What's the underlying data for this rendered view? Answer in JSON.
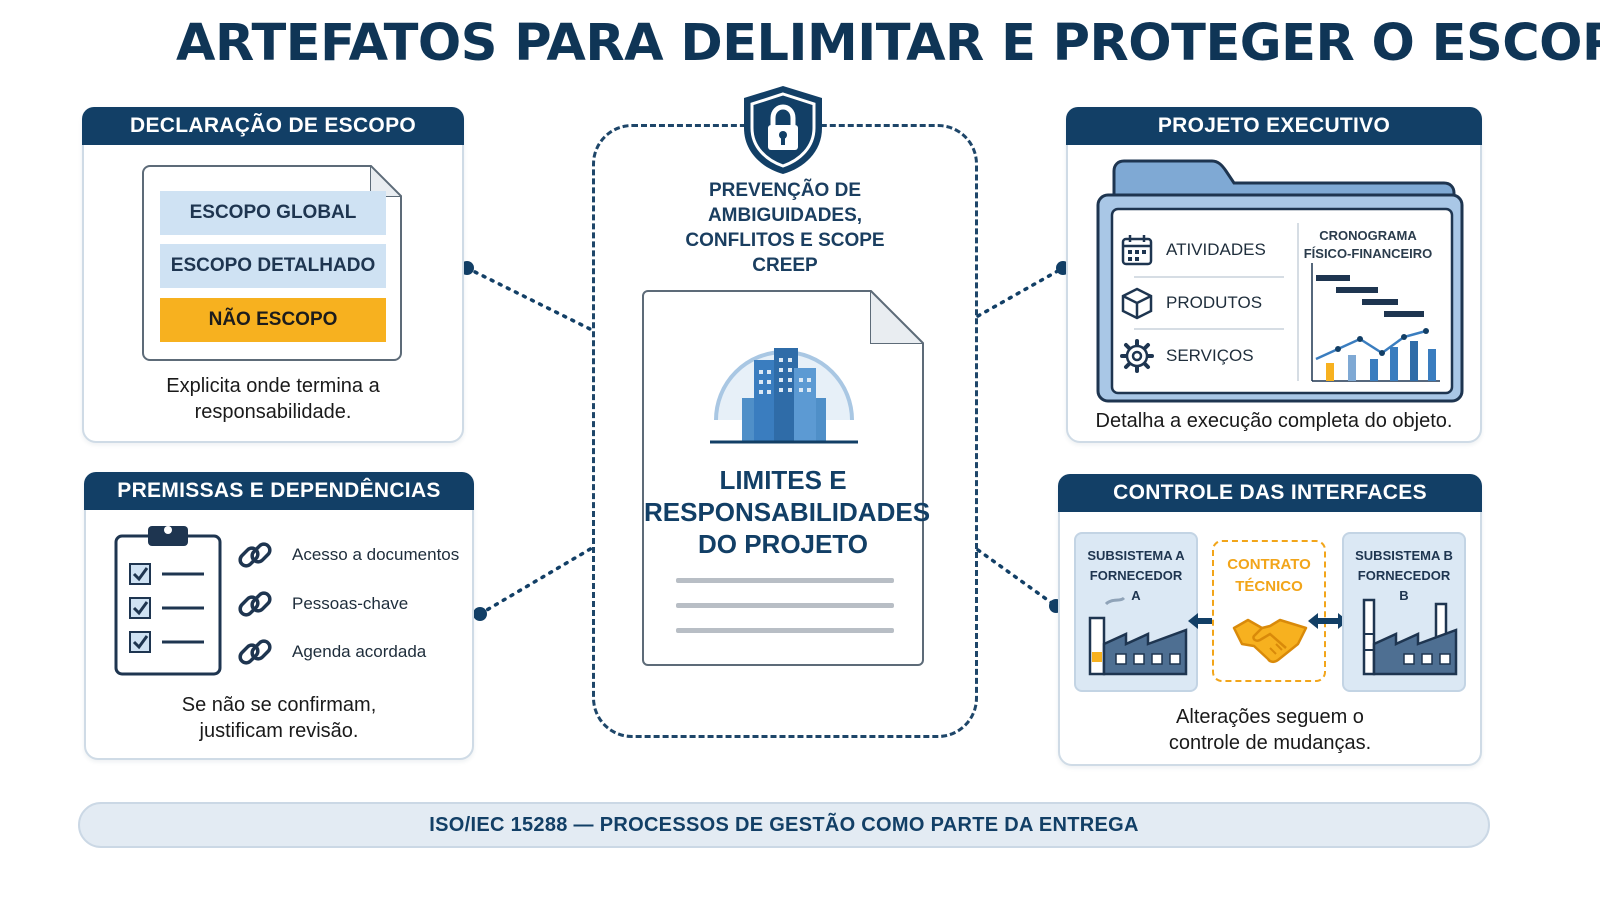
{
  "title": "ARTEFATOS PARA DELIMITAR E PROTEGER O ESCOPO",
  "center": {
    "prevention": "PREVENÇÃO DE AMBIGUIDADES, CONFLITOS E SCOPE CREEP",
    "doc_title": "LIMITES E RESPONSABILIDADES DO PROJETO"
  },
  "scope_statement": {
    "header": "DECLARAÇÃO DE ESCOPO",
    "items": [
      "ESCOPO GLOBAL",
      "ESCOPO DETALHADO",
      "NÃO ESCOPO"
    ],
    "caption": "Explicita onde termina a responsabilidade."
  },
  "executive_project": {
    "header": "PROJETO EXECUTIVO",
    "items": [
      {
        "label": "ATIVIDADES",
        "icon": "calendar-icon"
      },
      {
        "label": "PRODUTOS",
        "icon": "box-icon"
      },
      {
        "label": "SERVIÇOS",
        "icon": "gear-icon"
      }
    ],
    "schedule_label": "CRONOGRAMA FÍSICO-FINANCEIRO",
    "caption": "Detalha a execução completa do objeto."
  },
  "assumptions": {
    "header": "PREMISSAS E DEPENDÊNCIAS",
    "items": [
      "Acesso a documentos",
      "Pessoas-chave",
      "Agenda acordada"
    ],
    "caption": "Se não se confirmam, justificam revisão."
  },
  "interfaces": {
    "header": "CONTROLE DAS INTERFACES",
    "subsystem_a": "SUBSISTEMA A FORNECEDOR A",
    "contract": "CONTRATO TÉCNICO",
    "subsystem_b": "SUBSISTEMA B FORNECEDOR B",
    "caption": "Alterações seguem o controle de mudanças."
  },
  "footer": "ISO/IEC 15288 — PROCESSOS DE GESTÃO COMO PARTE DA ENTREGA",
  "colors": {
    "navy": "#123f66",
    "light_blue": "#cfe2f3",
    "accent_yellow": "#f7b11f",
    "contract_orange": "#f2a51a"
  }
}
